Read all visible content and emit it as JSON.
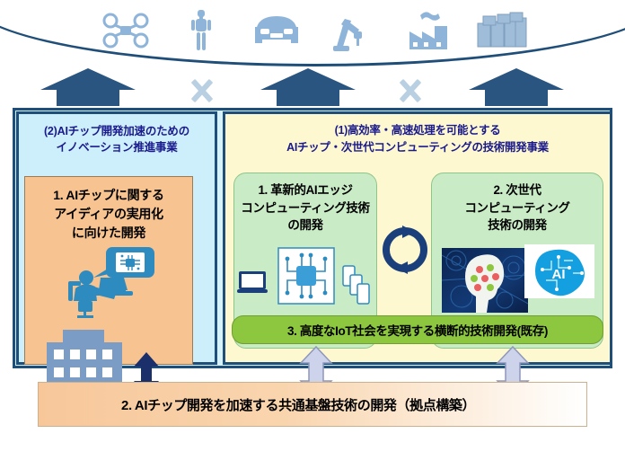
{
  "diagram": {
    "top_band": {
      "ellipse_label": "application-domains-ellipse",
      "icons": [
        {
          "name": "drone-icon",
          "label": "ドローン"
        },
        {
          "name": "robot-icon",
          "label": "ロボット"
        },
        {
          "name": "car-icon",
          "label": "自動車"
        },
        {
          "name": "robot-arm-icon",
          "label": "産業用ロボットアーム"
        },
        {
          "name": "factory-icon",
          "label": "工場"
        },
        {
          "name": "server-icon",
          "label": "サーバ・データセンタ"
        }
      ],
      "connector_marks": [
        "×",
        "×"
      ]
    },
    "left_panel": {
      "title": "(2)AIチップ開発加速のための\nイノベーション推進事業",
      "title_line1": "(2)AIチップ開発加速のための",
      "title_line2": "イノベーション推進事業",
      "item": {
        "line1": "1. AIチップに関する",
        "line2": "アイディアの実用化",
        "line3": "に向けた開発"
      },
      "art": [
        "person-at-laptop-icon",
        "ai-chip-thought-bubble-icon",
        "office-building-icon"
      ]
    },
    "right_panel": {
      "title_line1": "(1)高効率・高速処理を可能とする",
      "title_line2": "AIチップ・次世代コンピューティングの技術開発事業",
      "boxes": [
        {
          "line1": "1. 革新的AIエッジ",
          "line2": "コンピューティング技術",
          "line3": "の開発",
          "art": [
            "laptop-icon",
            "ai-chip-icon",
            "mobile-devices-icon"
          ]
        },
        {
          "line1": "2. 次世代",
          "line2": "コンピューティング",
          "line3": "技術の開発",
          "art": [
            "neural-brain-image",
            "ai-brain-circuit-icon"
          ]
        }
      ],
      "cycle_icon": "circular-arrows-icon",
      "green_bar": "3. 高度なIoT社会を実現する横断的技術開発(既存)"
    },
    "bottom_bar": {
      "text": "2. AIチップ開発を加速する共通基盤技術の開発（拠点構築）"
    },
    "colors": {
      "navy": "#1f4e79",
      "panel_left_bg": "#cdeefb",
      "panel_right_bg": "#fdf8cf",
      "outer_bg": "#d6f2fb",
      "orange_box": "#f7c390",
      "green_box": "#c9ebc6",
      "green_bar": "#8dc63f",
      "title_text": "#1a1a8c",
      "icon_blue": "#8fb4d9",
      "x_mark": "#b9cfe2"
    }
  }
}
